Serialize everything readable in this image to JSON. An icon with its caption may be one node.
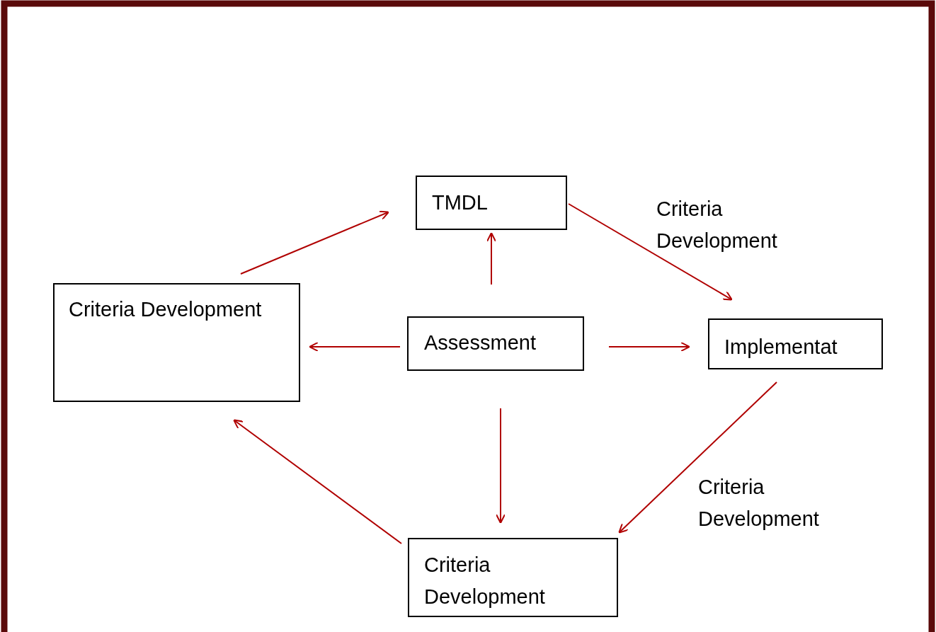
{
  "diagram": {
    "nodes": [
      {
        "text": [
          "TMDL"
        ]
      },
      {
        "text": [
          "Criteria Development"
        ]
      },
      {
        "text": [
          "Assessment"
        ]
      },
      {
        "text": [
          "Implementat"
        ]
      },
      {
        "text": [
          "Criteria Development"
        ]
      }
    ],
    "edges": [
      {
        "from": 1,
        "to": 0,
        "arrow": "to"
      },
      {
        "from": 2,
        "to": 0,
        "arrow": "to"
      },
      {
        "from": 0,
        "to": 3,
        "arrow": "to"
      },
      {
        "from": 2,
        "to": 1,
        "arrow": "to"
      },
      {
        "from": 2,
        "to": 3,
        "arrow": "to"
      },
      {
        "from": 2,
        "to": 4,
        "arrow": "to"
      },
      {
        "from": 3,
        "to": 4,
        "arrow": "to"
      },
      {
        "from": 4,
        "to": 1,
        "arrow": "to"
      }
    ],
    "labels": [
      "Criteria Development",
      "Criteria Development"
    ]
  }
}
